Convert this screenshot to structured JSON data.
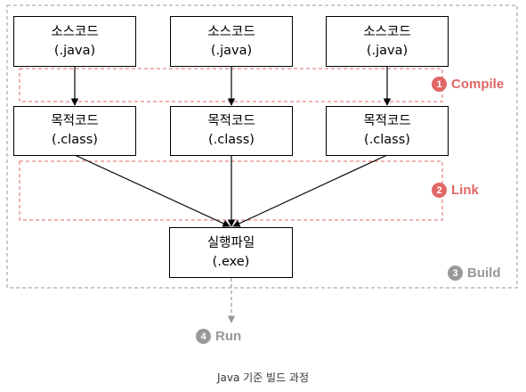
{
  "boxes": {
    "source": [
      {
        "title": "소스코드",
        "ext": "(.java)"
      },
      {
        "title": "소스코드",
        "ext": "(.java)"
      },
      {
        "title": "소스코드",
        "ext": "(.java)"
      }
    ],
    "object": [
      {
        "title": "목적코드",
        "ext": "(.class)"
      },
      {
        "title": "목적코드",
        "ext": "(.class)"
      },
      {
        "title": "목적코드",
        "ext": "(.class)"
      }
    ],
    "executable": {
      "title": "실행파일",
      "ext": "(.exe)"
    }
  },
  "steps": [
    {
      "num": "1",
      "label": "Compile"
    },
    {
      "num": "2",
      "label": "Link"
    },
    {
      "num": "3",
      "label": "Build"
    },
    {
      "num": "4",
      "label": "Run"
    }
  ],
  "colors": {
    "compile_link": "#e06666",
    "build_run": "#999999",
    "arrow": "#000000"
  },
  "caption": "Java 기준 빌드 과정"
}
